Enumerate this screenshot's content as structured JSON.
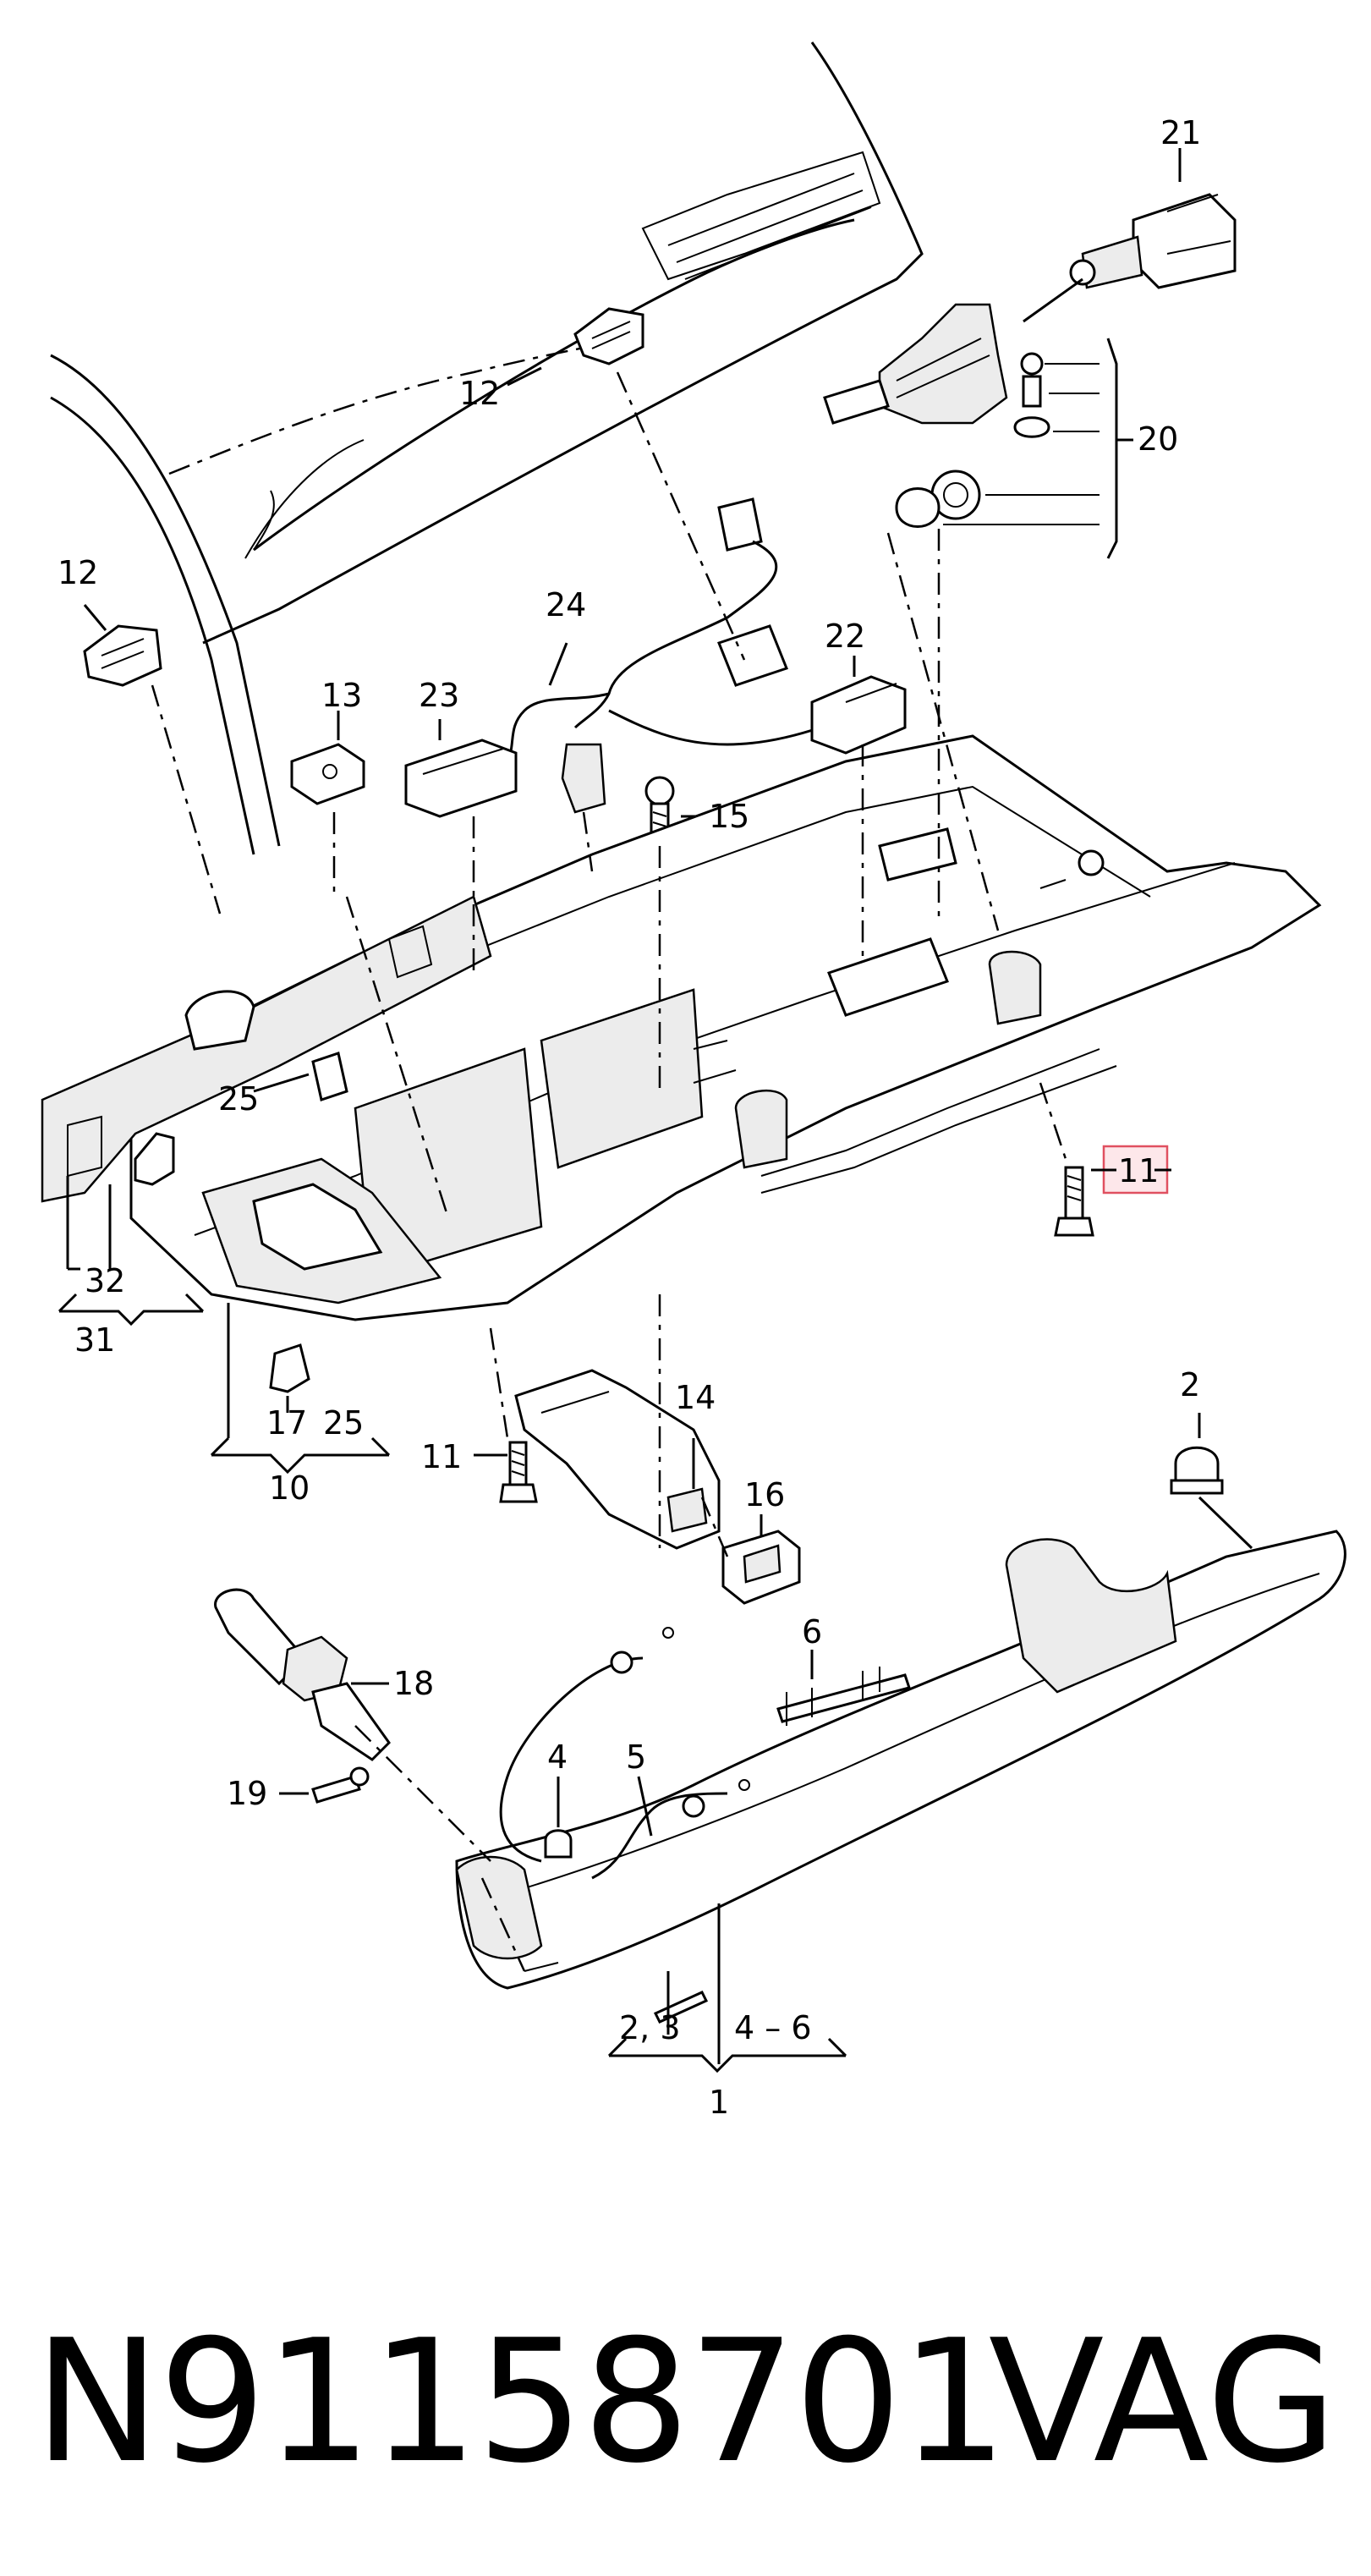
{
  "callouts": {
    "c21": "21",
    "c12a": "12",
    "c12b": "12",
    "c20": "20",
    "c24": "24",
    "c22": "22",
    "c13": "13",
    "c23": "23",
    "c15": "15",
    "c25a": "25",
    "c32": "32",
    "c31": "31",
    "c11a": "11",
    "c17": "17",
    "c25b": "25",
    "c10": "10",
    "c11b": "11",
    "c14": "14",
    "c16": "16",
    "c2": "2",
    "c18": "18",
    "c19": "19",
    "c6": "6",
    "c4": "4",
    "c5": "5",
    "c23b": "2, 3",
    "c46": "4 – 6",
    "c1": "1"
  },
  "highlight_color": "#e05060",
  "footer": {
    "part_number": "N91158701",
    "brand": "VAG"
  }
}
